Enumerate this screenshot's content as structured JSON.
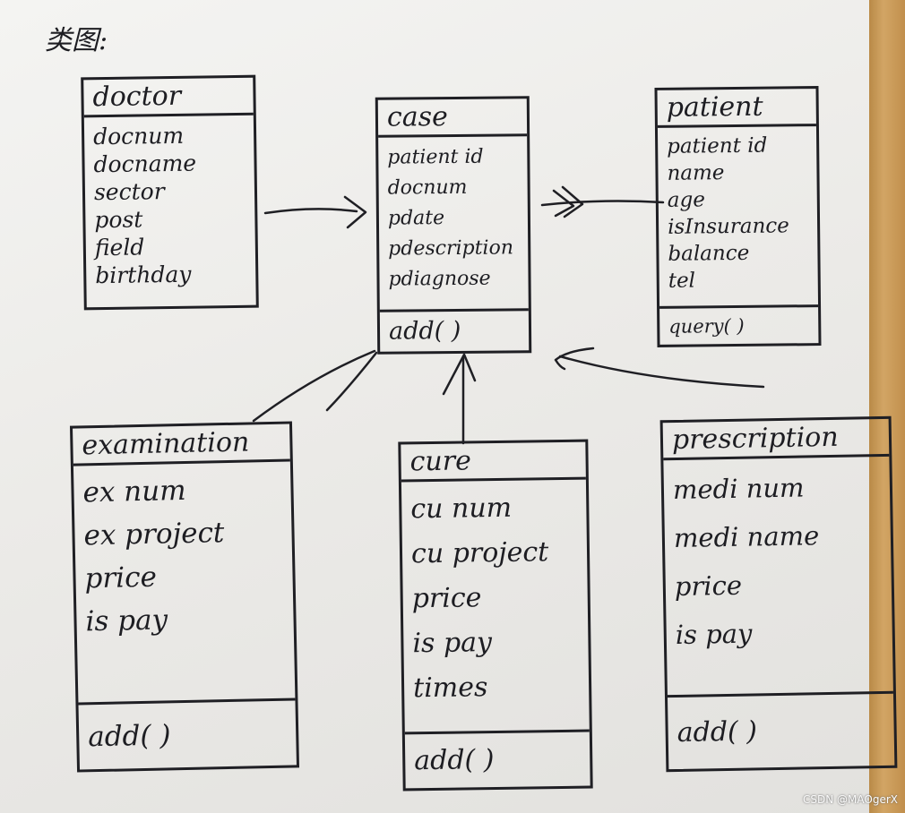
{
  "heading": "类图:",
  "classes": {
    "doctor": {
      "name": "doctor",
      "attributes": [
        "docnum",
        "docname",
        "sector",
        "post",
        "field",
        "birthday"
      ]
    },
    "case": {
      "name": "case",
      "attributes": [
        "patient id",
        "docnum",
        "pdate",
        "pdescription",
        "pdiagnose"
      ],
      "method": "add( )"
    },
    "patient": {
      "name": "patient",
      "attributes": [
        "patient id",
        "name",
        "age",
        "isInsurance",
        "balance",
        "tel"
      ],
      "method": "query( )"
    },
    "examination": {
      "name": "examination",
      "attributes": [
        "ex num",
        "ex project",
        "price",
        "is pay"
      ],
      "method": "add( )"
    },
    "cure": {
      "name": "cure",
      "attributes": [
        "cu num",
        "cu project",
        "price",
        "is pay",
        "times"
      ],
      "method": "add( )"
    },
    "prescription": {
      "name": "prescription",
      "attributes": [
        "medi num",
        "medi name",
        "price",
        "is pay"
      ],
      "method": "add( )"
    }
  },
  "watermark": "CSDN @MAOgerX"
}
